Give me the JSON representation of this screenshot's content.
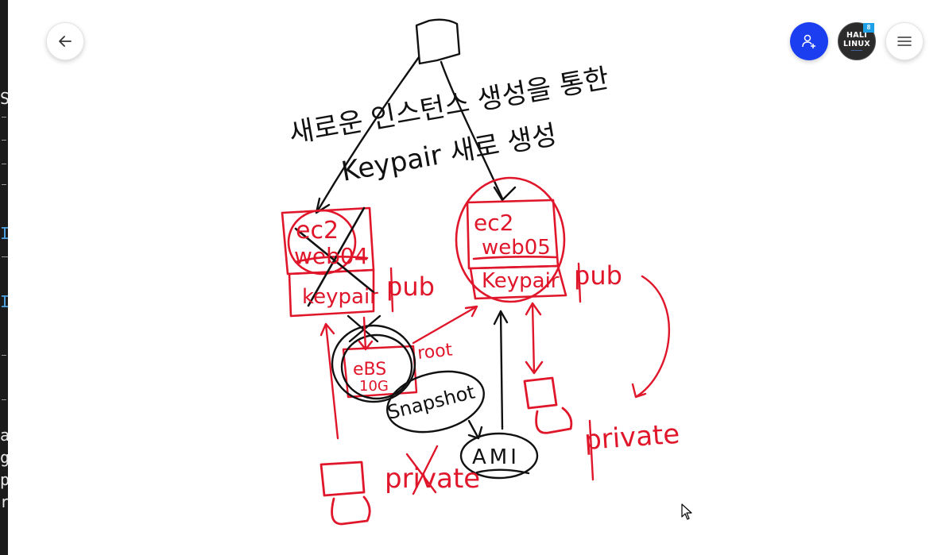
{
  "toolbar": {
    "back_icon": "arrow-left-icon",
    "invite_icon": "add-user-icon",
    "menu_icon": "hamburger-menu-icon"
  },
  "avatar": {
    "line1": "HALI",
    "line2": "LINUX",
    "badge": "8"
  },
  "left_panel": {
    "fragments": [
      "S",
      "I",
      "I",
      "av",
      "ge",
      "p",
      "r("
    ]
  },
  "colors": {
    "ink_black": "#111111",
    "ink_red": "#e0162b",
    "accent_blue": "#1b3ff0"
  },
  "handwriting": {
    "title_line1": "새로운 인스턴스 생성을 통한",
    "title_line2": "Keypair 새로 생성",
    "old_instance_name": "ec2",
    "old_instance_label": "web04",
    "old_keypair": "keypair",
    "new_instance_name": "ec2",
    "new_instance_label": "web05",
    "new_keypair": "Keypair",
    "pub_left": "pub",
    "pub_right": "pub",
    "ebs_label": "eBS",
    "ebs_size": "10G",
    "root_label": "root",
    "snapshot_label": "Snapshot",
    "ami_label": "AMI",
    "private_left": "private",
    "private_right": "private"
  }
}
